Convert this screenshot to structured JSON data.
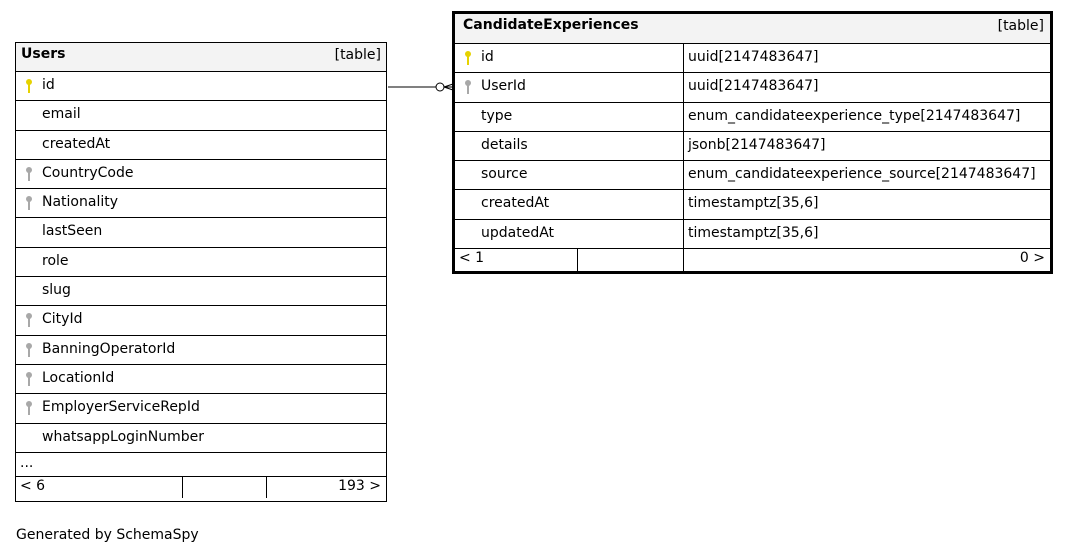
{
  "users_table": {
    "name": "Users",
    "type": "[table]",
    "columns": [
      {
        "name": "id",
        "key": "primary"
      },
      {
        "name": "email",
        "key": ""
      },
      {
        "name": "createdAt",
        "key": ""
      },
      {
        "name": "CountryCode",
        "key": "foreign"
      },
      {
        "name": "Nationality",
        "key": "foreign"
      },
      {
        "name": "lastSeen",
        "key": ""
      },
      {
        "name": "role",
        "key": ""
      },
      {
        "name": "slug",
        "key": ""
      },
      {
        "name": "CityId",
        "key": "foreign"
      },
      {
        "name": "BanningOperatorId",
        "key": "foreign"
      },
      {
        "name": "LocationId",
        "key": "foreign"
      },
      {
        "name": "EmployerServiceRepId",
        "key": "foreign"
      },
      {
        "name": "whatsappLoginNumber",
        "key": ""
      }
    ],
    "more": "...",
    "footer": {
      "parents": "< 6",
      "children": "193 >"
    }
  },
  "candidate_table": {
    "name": "CandidateExperiences",
    "type": "[table]",
    "columns": [
      {
        "name": "id",
        "type": "uuid[2147483647]",
        "key": "primary"
      },
      {
        "name": "UserId",
        "type": "uuid[2147483647]",
        "key": "foreign"
      },
      {
        "name": "type",
        "type": "enum_candidateexperience_type[2147483647]",
        "key": ""
      },
      {
        "name": "details",
        "type": "jsonb[2147483647]",
        "key": ""
      },
      {
        "name": "source",
        "type": "enum_candidateexperience_source[2147483647]",
        "key": ""
      },
      {
        "name": "createdAt",
        "type": "timestamptz[35,6]",
        "key": ""
      },
      {
        "name": "updatedAt",
        "type": "timestamptz[35,6]",
        "key": ""
      }
    ],
    "footer": {
      "parents": "< 1",
      "children": "0 >"
    }
  },
  "key_colors": {
    "primary": "#e6d200",
    "foreign": "#a8a8a8"
  },
  "generated_by": "Generated by SchemaSpy"
}
